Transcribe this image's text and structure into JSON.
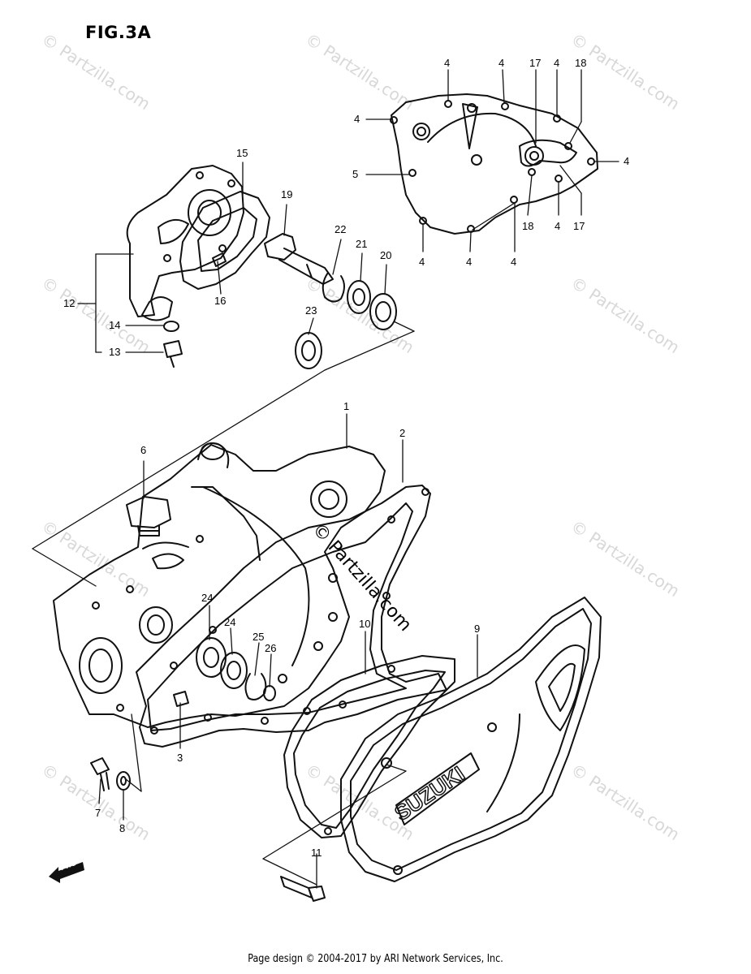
{
  "figure": {
    "title": "FIG.3A"
  },
  "footer": {
    "credit": "Page design © 2004-2017 by ARI Network Services, Inc."
  },
  "watermark": {
    "text": "© Partzilla.com",
    "center_text": "© Partzilla.com"
  },
  "fwd_label": "FWD",
  "callouts": {
    "c4a": "4",
    "c4b": "4",
    "c17a": "17",
    "c4c": "4",
    "c18a": "18",
    "c4d": "4",
    "c4e": "4",
    "c5": "5",
    "c18b": "18",
    "c4f": "4",
    "c17b": "17",
    "c4g": "4",
    "c4h": "4",
    "c4i": "4",
    "c15": "15",
    "c19": "19",
    "c22": "22",
    "c21": "21",
    "c20": "20",
    "c12": "12",
    "c16": "16",
    "c23": "23",
    "c14": "14",
    "c13": "13",
    "c1": "1",
    "c2": "2",
    "c6": "6",
    "c24a": "24",
    "c24b": "24",
    "c25": "25",
    "c26": "26",
    "c10": "10",
    "c9": "9",
    "c3": "3",
    "c7": "7",
    "c8": "8",
    "c11": "11"
  }
}
